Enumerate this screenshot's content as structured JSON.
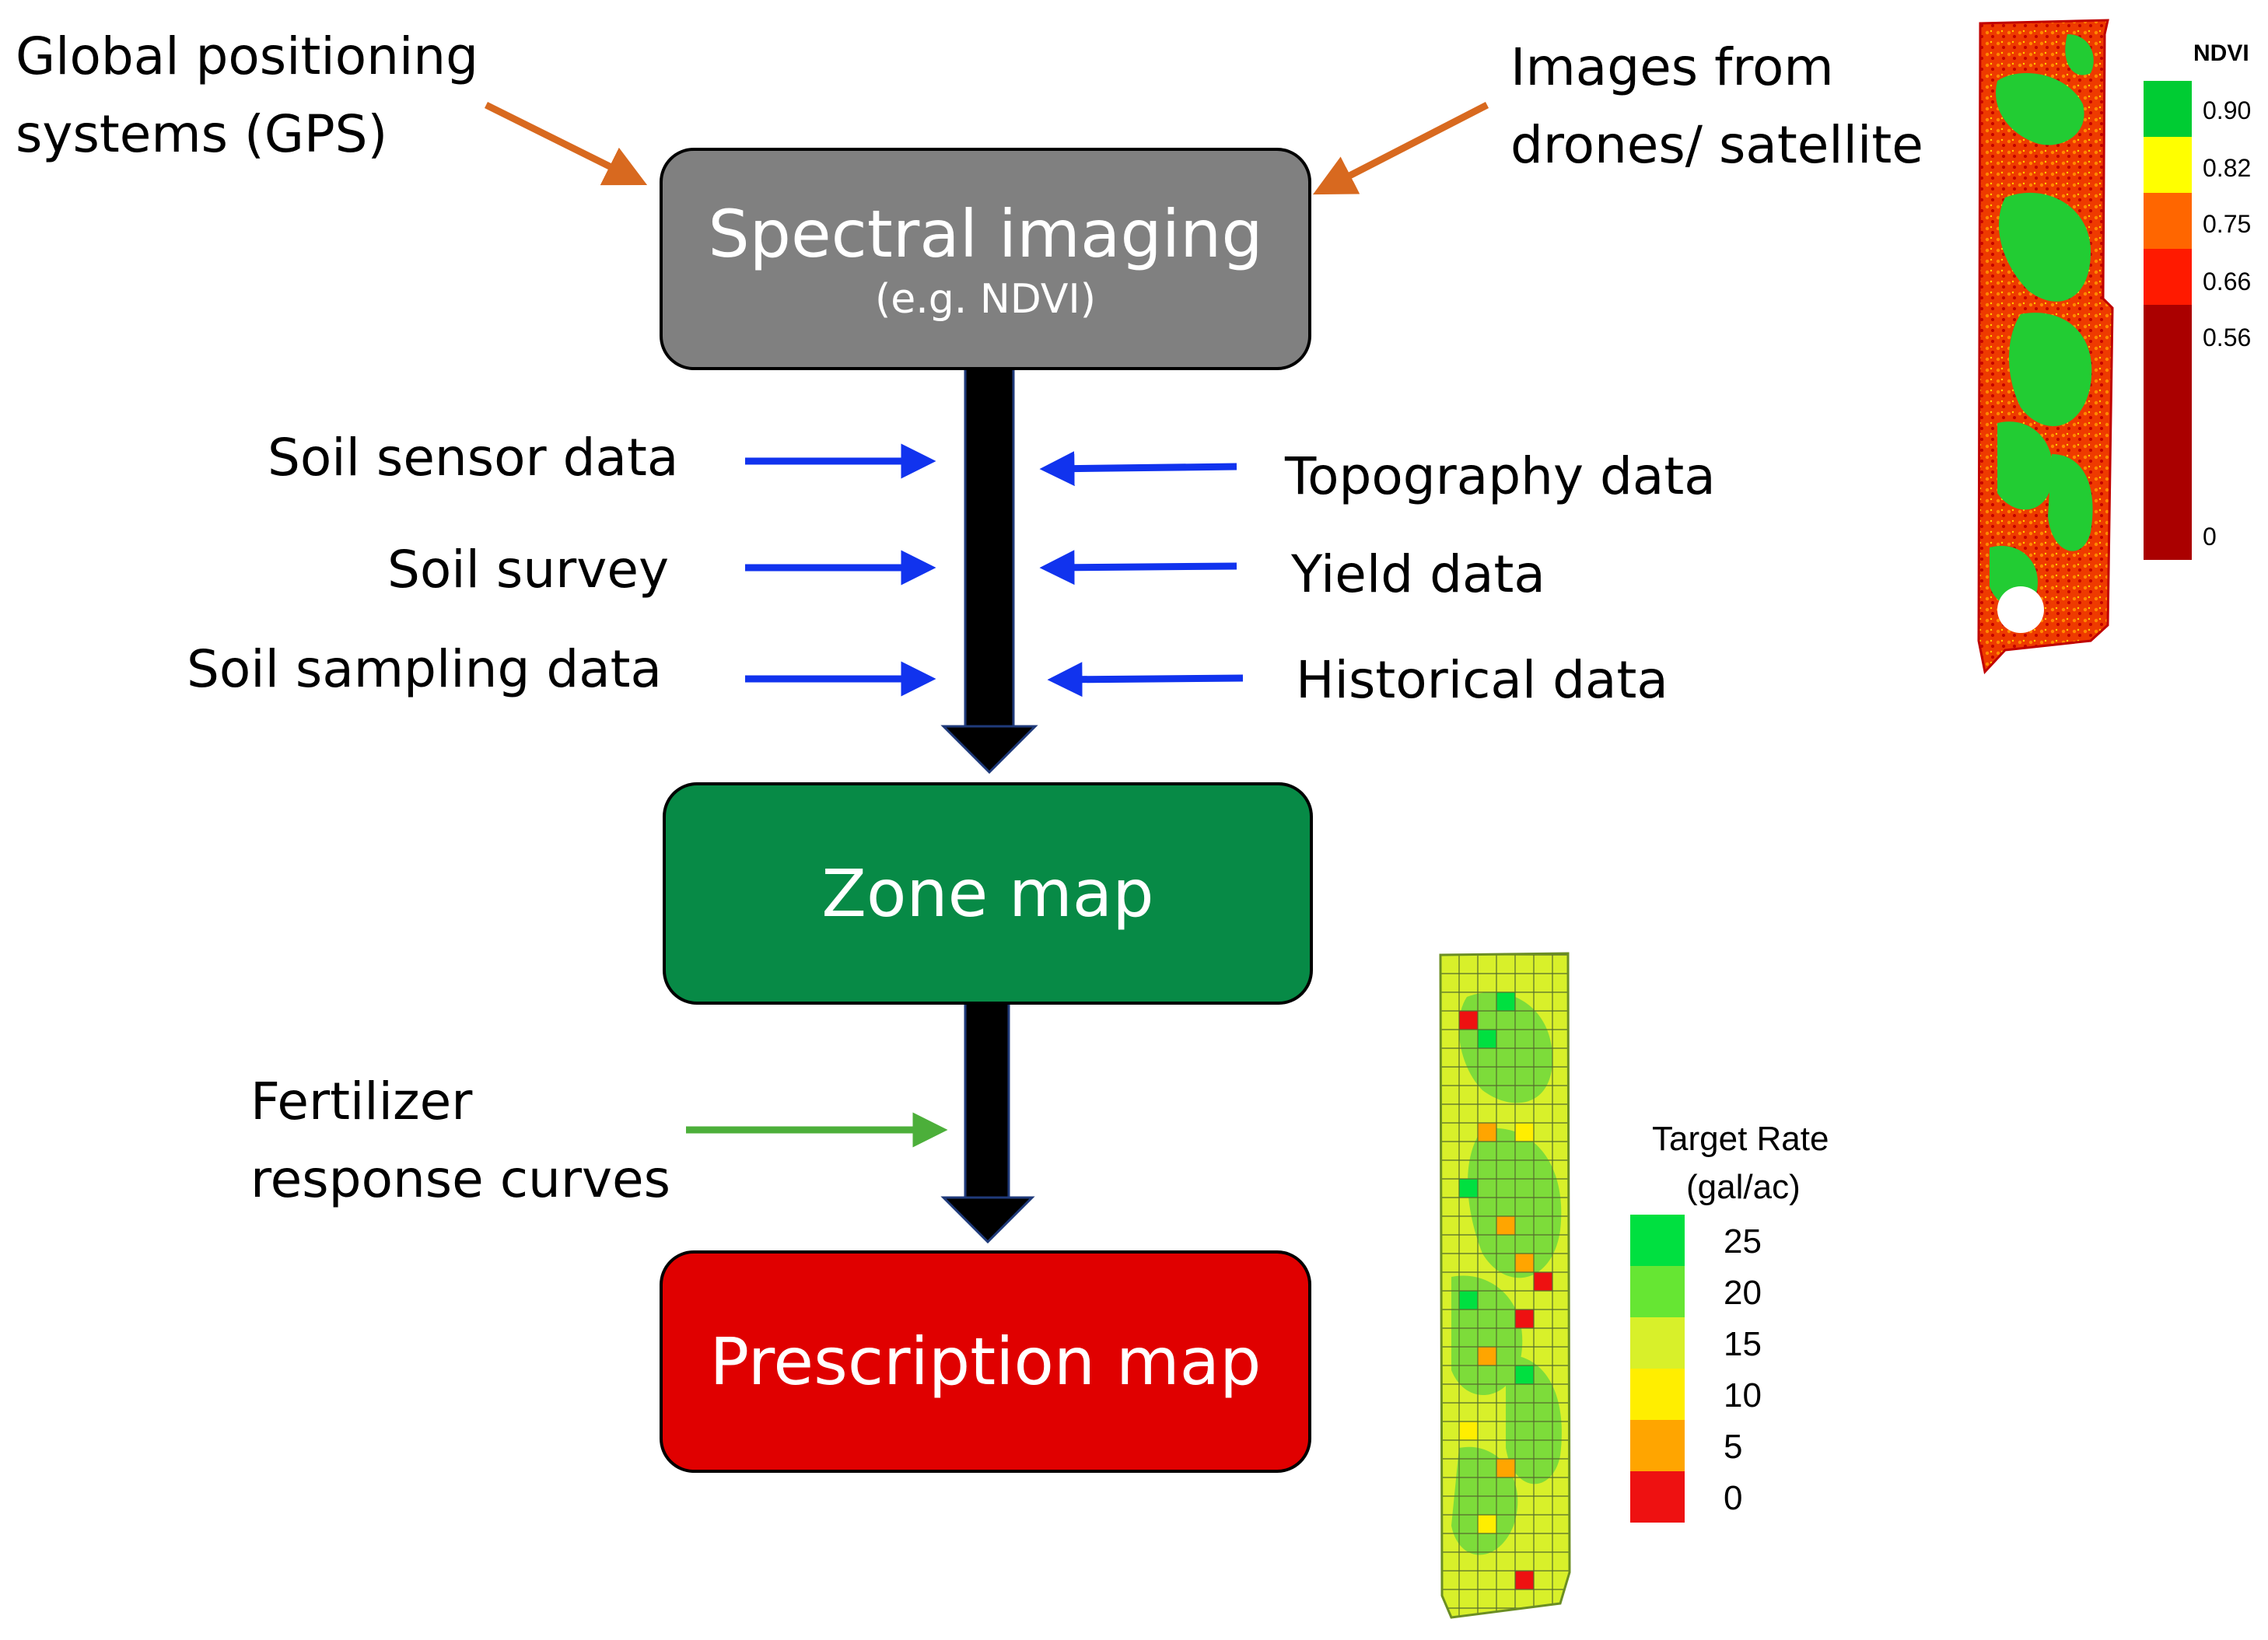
{
  "inputs": {
    "gps_line1": "Global positioning",
    "gps_line2": "systems (GPS)",
    "images_line1": "Images from",
    "images_line2": "drones/ satellite",
    "soil_sensor": "Soil sensor data",
    "soil_survey": "Soil survey",
    "soil_sampling": "Soil sampling data",
    "topography": "Topography data",
    "yield": "Yield data",
    "historical": "Historical data",
    "fertilizer_line1": "Fertilizer",
    "fertilizer_line2": "response curves"
  },
  "boxes": {
    "spectral_title": "Spectral imaging",
    "spectral_sub": "(e.g. NDVI)",
    "zone": "Zone map",
    "prescription": "Prescription map"
  },
  "colors": {
    "spectral_fill": "#808080",
    "zone_fill": "#078a46",
    "prescription_fill": "#e00000",
    "orange_arrow": "#d8691f",
    "blue_arrow": "#1133ee",
    "green_arrow": "#4caf3a",
    "main_arrow": "#000000",
    "main_arrow_edge": "#1f3a7a"
  },
  "ndvi_legend": {
    "title": "NDVI",
    "ticks": [
      "0.90",
      "0.82",
      "0.75",
      "0.66",
      "0.56",
      "0"
    ],
    "colors": [
      "#00cc33",
      "#ffff00",
      "#ff6600",
      "#ff1a00",
      "#aa0000"
    ]
  },
  "rate_legend": {
    "title_line1": "Target Rate",
    "title_line2": "(gal/ac)",
    "ticks": [
      "25",
      "20",
      "15",
      "10",
      "5",
      "0"
    ],
    "colors": [
      "#00e040",
      "#66e633",
      "#d8f02a",
      "#ffee00",
      "#ffa500",
      "#ee1111"
    ]
  }
}
